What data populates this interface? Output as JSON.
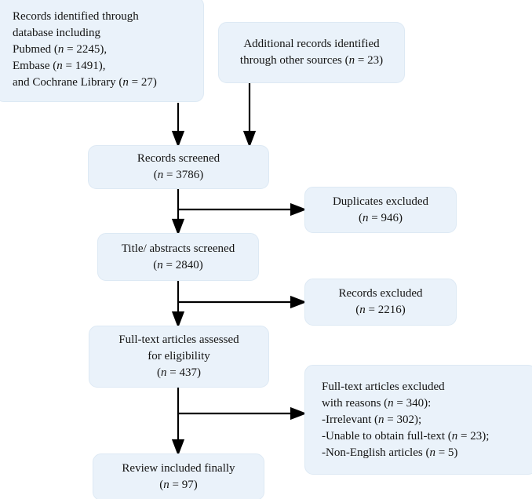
{
  "diagram": {
    "type": "prisma-flow-diagram",
    "box_fill_color": "#eaf2fa",
    "arrow_color": "#000000",
    "boxes": {
      "identified_database": {
        "name": "records-identified-database",
        "lines": [
          "Records identified through",
          "database including",
          "Pubmed (n = 2245),",
          "Embase  (n = 1491),",
          "and Cochrane Library  (n = 27)"
        ],
        "counts": {
          "pubmed": 2245,
          "embase": 1491,
          "cochrane": 27
        }
      },
      "identified_other": {
        "name": "additional-records-other-sources",
        "lines": [
          "Additional records identified",
          "through other sources (n = 23)"
        ],
        "counts": {
          "other_sources": 23
        }
      },
      "records_screened": {
        "name": "records-screened",
        "lines": [
          "Records screened",
          "(n = 3786)"
        ],
        "counts": {
          "n": 3786
        }
      },
      "duplicates_excluded": {
        "name": "duplicates-excluded",
        "lines": [
          "Duplicates excluded",
          "(n = 946)"
        ],
        "counts": {
          "n": 946
        }
      },
      "title_abstracts_screened": {
        "name": "title-abstracts-screened",
        "lines": [
          "Title/ abstracts screened",
          "(n = 2840)"
        ],
        "counts": {
          "n": 2840
        }
      },
      "records_excluded": {
        "name": "records-excluded",
        "lines": [
          "Records excluded",
          "(n = 2216)"
        ],
        "counts": {
          "n": 2216
        }
      },
      "fulltext_assessed": {
        "name": "full-text-articles-assessed",
        "lines": [
          "Full-text articles assessed",
          "for eligibility",
          "(n = 437)"
        ],
        "counts": {
          "n": 437
        }
      },
      "fulltext_excluded": {
        "name": "full-text-articles-excluded",
        "lines": [
          "Full-text articles excluded",
          "with reasons (n = 340):",
          "-Irrelevant (n = 302);",
          "-Unable to obtain full-text (n = 23);",
          "-Non-English articles (n = 5)"
        ],
        "counts": {
          "total": 340,
          "irrelevant": 302,
          "unable_to_obtain_full_text": 23,
          "non_english": 5
        }
      },
      "review_included": {
        "name": "review-included-finally",
        "lines": [
          "Review included finally",
          "(n = 97)"
        ],
        "counts": {
          "n": 97
        }
      }
    }
  }
}
